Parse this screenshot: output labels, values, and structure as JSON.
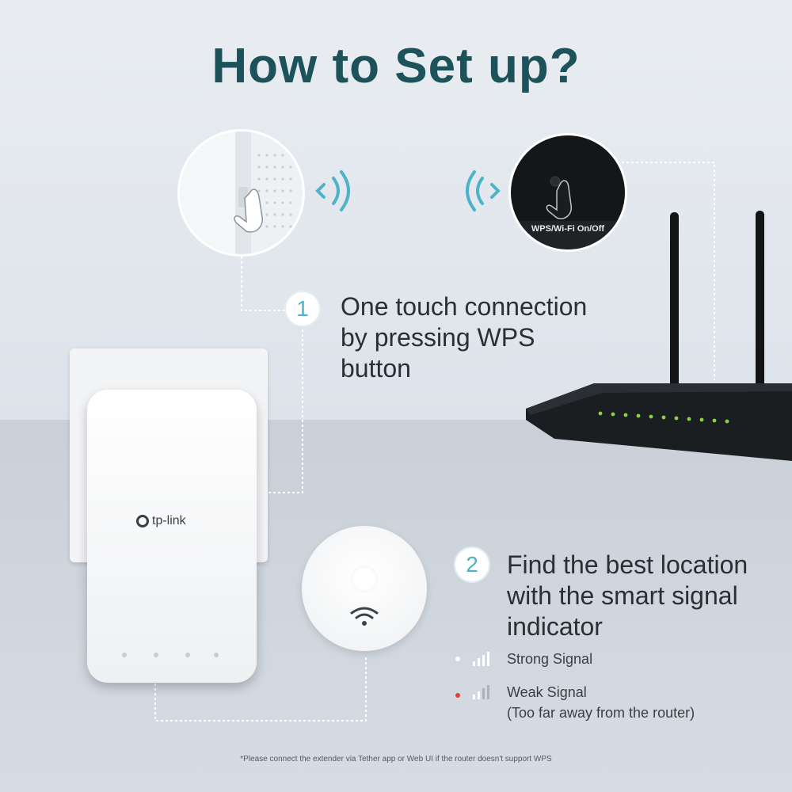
{
  "title": "How to Set up?",
  "brand": "tp-link",
  "router_label": "WPS/Wi-Fi On/Off",
  "steps": [
    {
      "number": "1",
      "lines": [
        "One touch connection",
        "by pressing WPS",
        "button"
      ]
    },
    {
      "number": "2",
      "lines": [
        "Find the best location",
        "with the smart signal",
        "indicator"
      ]
    }
  ],
  "legend": {
    "strong": "Strong Signal",
    "weak": "Weak Signal",
    "weak_note": "(Too far away from the router)"
  },
  "footnote": "*Please connect the extender via Tether app or Web UI  if the router doesn't support WPS",
  "colors": {
    "title": "#1c5259",
    "accent": "#4fb3c8",
    "weak_led": "#e0403a"
  }
}
